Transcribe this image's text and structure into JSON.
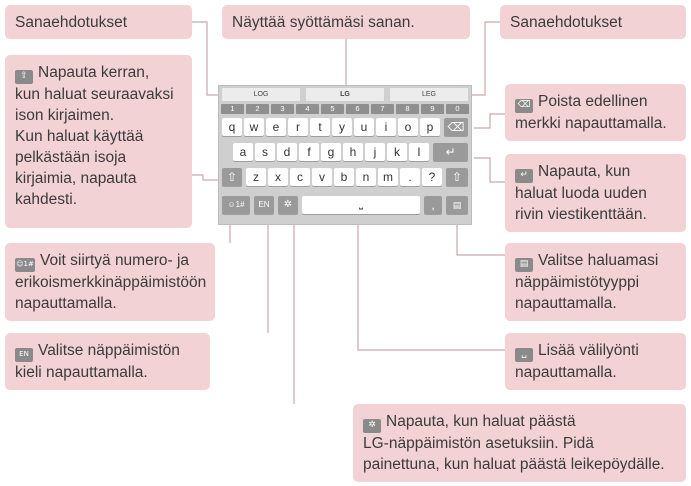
{
  "callouts": {
    "suggestions_left": "Sanaehdotukset",
    "shows_word": "Näyttää syöttämäsi sanan.",
    "suggestions_right": "Sanaehdotukset",
    "shift": [
      "Napauta kerran,",
      "kun haluat seuraavaksi",
      "ison kirjaimen.",
      "Kun haluat käyttää",
      "pelkästään isoja",
      "kirjaimia, napauta",
      "kahdesti."
    ],
    "delete": [
      "Poista edellinen",
      "merkki napauttamalla."
    ],
    "enter": [
      "Napauta, kun",
      "haluat luoda uuden",
      "rivin viestikenttään."
    ],
    "symbols": [
      "Voit siirtyä numero- ja",
      "erikoismerkkinäppäimistöön",
      "napauttamalla."
    ],
    "keyboard_type": [
      "Valitse haluamasi",
      "näppäimistötyyppi",
      "napauttamalla."
    ],
    "language": [
      "Valitse näppäimistön",
      "kieli napauttamalla."
    ],
    "space": [
      "Lisää välilyönti",
      "napauttamalla."
    ],
    "settings": [
      "Napauta, kun haluat päästä",
      "LG-näppäimistön asetuksiin. Pidä",
      "painettuna, kun haluat päästä leikepöydälle."
    ]
  },
  "icons": {
    "shift": "⇧",
    "delete": "⌫",
    "enter": "↵",
    "symbols": "☺1#",
    "keyboard_type": "▤",
    "language": "EN",
    "space": "␣",
    "settings": "✲"
  },
  "keyboard": {
    "suggestions": [
      "LOG",
      "LG",
      "LEG"
    ],
    "numbers": [
      "1",
      "2",
      "3",
      "4",
      "5",
      "6",
      "7",
      "8",
      "9",
      "0"
    ],
    "row1": [
      "q",
      "w",
      "e",
      "r",
      "t",
      "y",
      "u",
      "i",
      "o",
      "p"
    ],
    "row2": [
      "a",
      "s",
      "d",
      "f",
      "g",
      "h",
      "j",
      "k",
      "l"
    ],
    "row3": [
      "z",
      "x",
      "c",
      "v",
      "b",
      "n",
      "m",
      ".",
      "?"
    ],
    "bottom": {
      "symbols": "☺1#",
      "language": "EN",
      "settings": "✲",
      "space": "⎵",
      "comma": ",",
      "keyboard_type": "▤"
    },
    "shift": "⇧",
    "delete": "⌫",
    "enter": "↵"
  },
  "colors": {
    "callout_bg": "#f2d2d4",
    "line": "#c9a9ab",
    "keyboard_bg": "#cfcfcf"
  }
}
